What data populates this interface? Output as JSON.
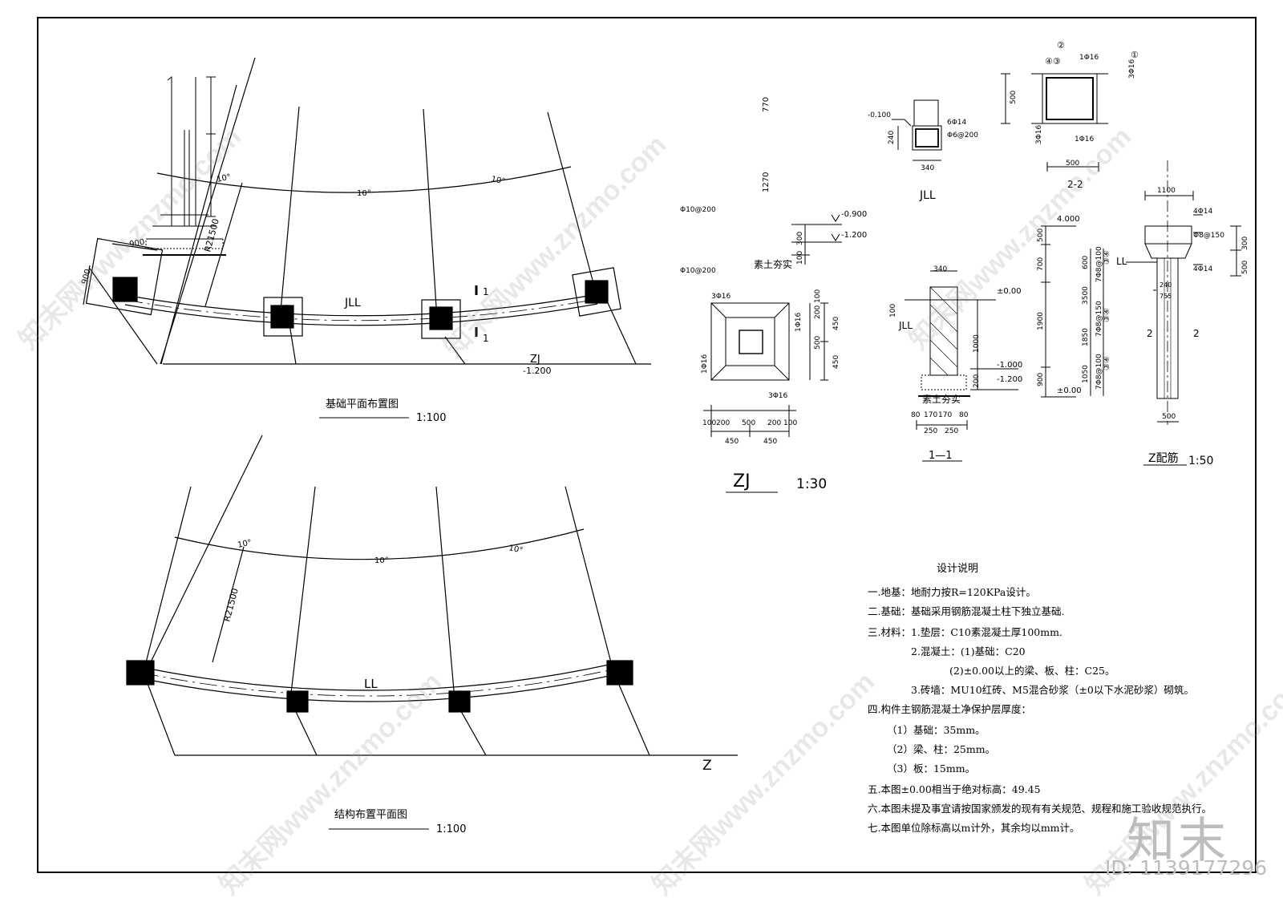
{
  "plan1": {
    "angle1": "10°",
    "angle2": "10°",
    "angle3": "10°",
    "radius": "R21500",
    "beam": "JLL",
    "footing_size_w": "900",
    "footing_size_h": "900",
    "section_mark": "1",
    "grade_label": "ZJ",
    "grade_elev": "-1.200",
    "title": "基础平面布置图",
    "scale": "1:100"
  },
  "plan2": {
    "angle1": "10°",
    "angle2": "10°",
    "angle3": "10°",
    "radius": "R21500",
    "beam": "LL",
    "grade_label": "Z",
    "title": "结构布置平面图",
    "scale": "1:100"
  },
  "zj": {
    "dim_770": "770",
    "dim_1270": "1270",
    "rebar_top": "Φ10@200",
    "rebar_bot": "Φ10@200",
    "elev_1": "-0.900",
    "elev_2": "-1.200",
    "dim_300": "300",
    "dim_100": "100",
    "soil": "素土夯实",
    "plan_top": "3Φ16",
    "plan_bot": "3Φ16",
    "plan_left": "1Φ16",
    "plan_right": "1Φ16",
    "r_100": "100",
    "r_200": "200",
    "r_450a": "450",
    "r_500": "500",
    "r_450b": "450",
    "b_100a": "100",
    "b_200a": "200",
    "b_500": "500",
    "b_200b": "200",
    "b_100b": "100",
    "b_450a": "450",
    "b_450b": "450",
    "title": "ZJ",
    "scale": "1:30"
  },
  "jll": {
    "elev": "-0.100",
    "top_bar": "6Φ14",
    "stirrup": "Φ6@200",
    "dim_240": "240",
    "dim_340": "340",
    "title": "JLL"
  },
  "s22": {
    "n1": "1Φ16",
    "n2": "1Φ16",
    "n3": "3Φ16",
    "n4": "3Φ16",
    "m1": "①",
    "m2": "②",
    "m34": "④③",
    "dim_500v": "500",
    "dim_500h": "500",
    "title": "2-2"
  },
  "s11": {
    "dim_340": "340",
    "elev_0": "±0.00",
    "elev_1": "-1.000",
    "elev_2": "-1.200",
    "dim_100": "100",
    "dim_1000": "1000",
    "dim_200": "200",
    "beam": "JLL",
    "soil": "素土夯实",
    "b1": "80",
    "b2": "170",
    "b3": "170",
    "b4": "80",
    "b5": "250",
    "b6": "250",
    "title": "1—1"
  },
  "zpj": {
    "elev_top": "4.000",
    "elev_0": "±0.00",
    "v_500": "500",
    "v_700": "700",
    "v_1900": "1900",
    "v_900": "900",
    "v_600": "600",
    "v_3500": "3500",
    "v_1850": "1850",
    "v_1050": "1050",
    "s1": "7Φ8@100",
    "s2": "7Φ8@150",
    "s3": "7Φ8@100",
    "c3": "③④",
    "c4": "③④",
    "c5": "③④",
    "w_1100": "1100",
    "top_bar": "4Φ14",
    "stir": "Φ8@150",
    "bot_bar": "4Φ14",
    "h_300": "300",
    "h_500": "500",
    "beam": "LL",
    "d240": "240",
    "d755": "755",
    "cut": "2",
    "w_500": "500",
    "title": "Z配筋",
    "scale": "1:50"
  },
  "notes": {
    "title": "设计说明",
    "lines": [
      "一.地基：地耐力按R=120KPa设计。",
      "二.基础：基础采用钢筋混凝土柱下独立基础.",
      "三.材料：1.垫层：C10素混凝土厚100mm.",
      "2.混凝土：(1)基础：C20",
      "(2)±0.00以上的梁、板、柱：C25。",
      "3.砖墙：MU10红砖、M5混合砂浆（±0以下水泥砂浆）砌筑。",
      "四.构件主钢筋混凝土净保护层厚度：",
      "（1）基础：35mm。",
      "（2）梁、柱：25mm。",
      "（3）板：15mm。",
      "五.本图±0.00相当于绝对标高：49.45",
      "六.本图未提及事宜请按国家颁发的现有有关规范、规程和施工验收规范执行。",
      "七.本图单位除标高以m计外，其余均以mm计。"
    ]
  },
  "watermark": {
    "text": "知末网www.znzmo.com",
    "brand": "知末",
    "id": "ID: 1139177296"
  }
}
